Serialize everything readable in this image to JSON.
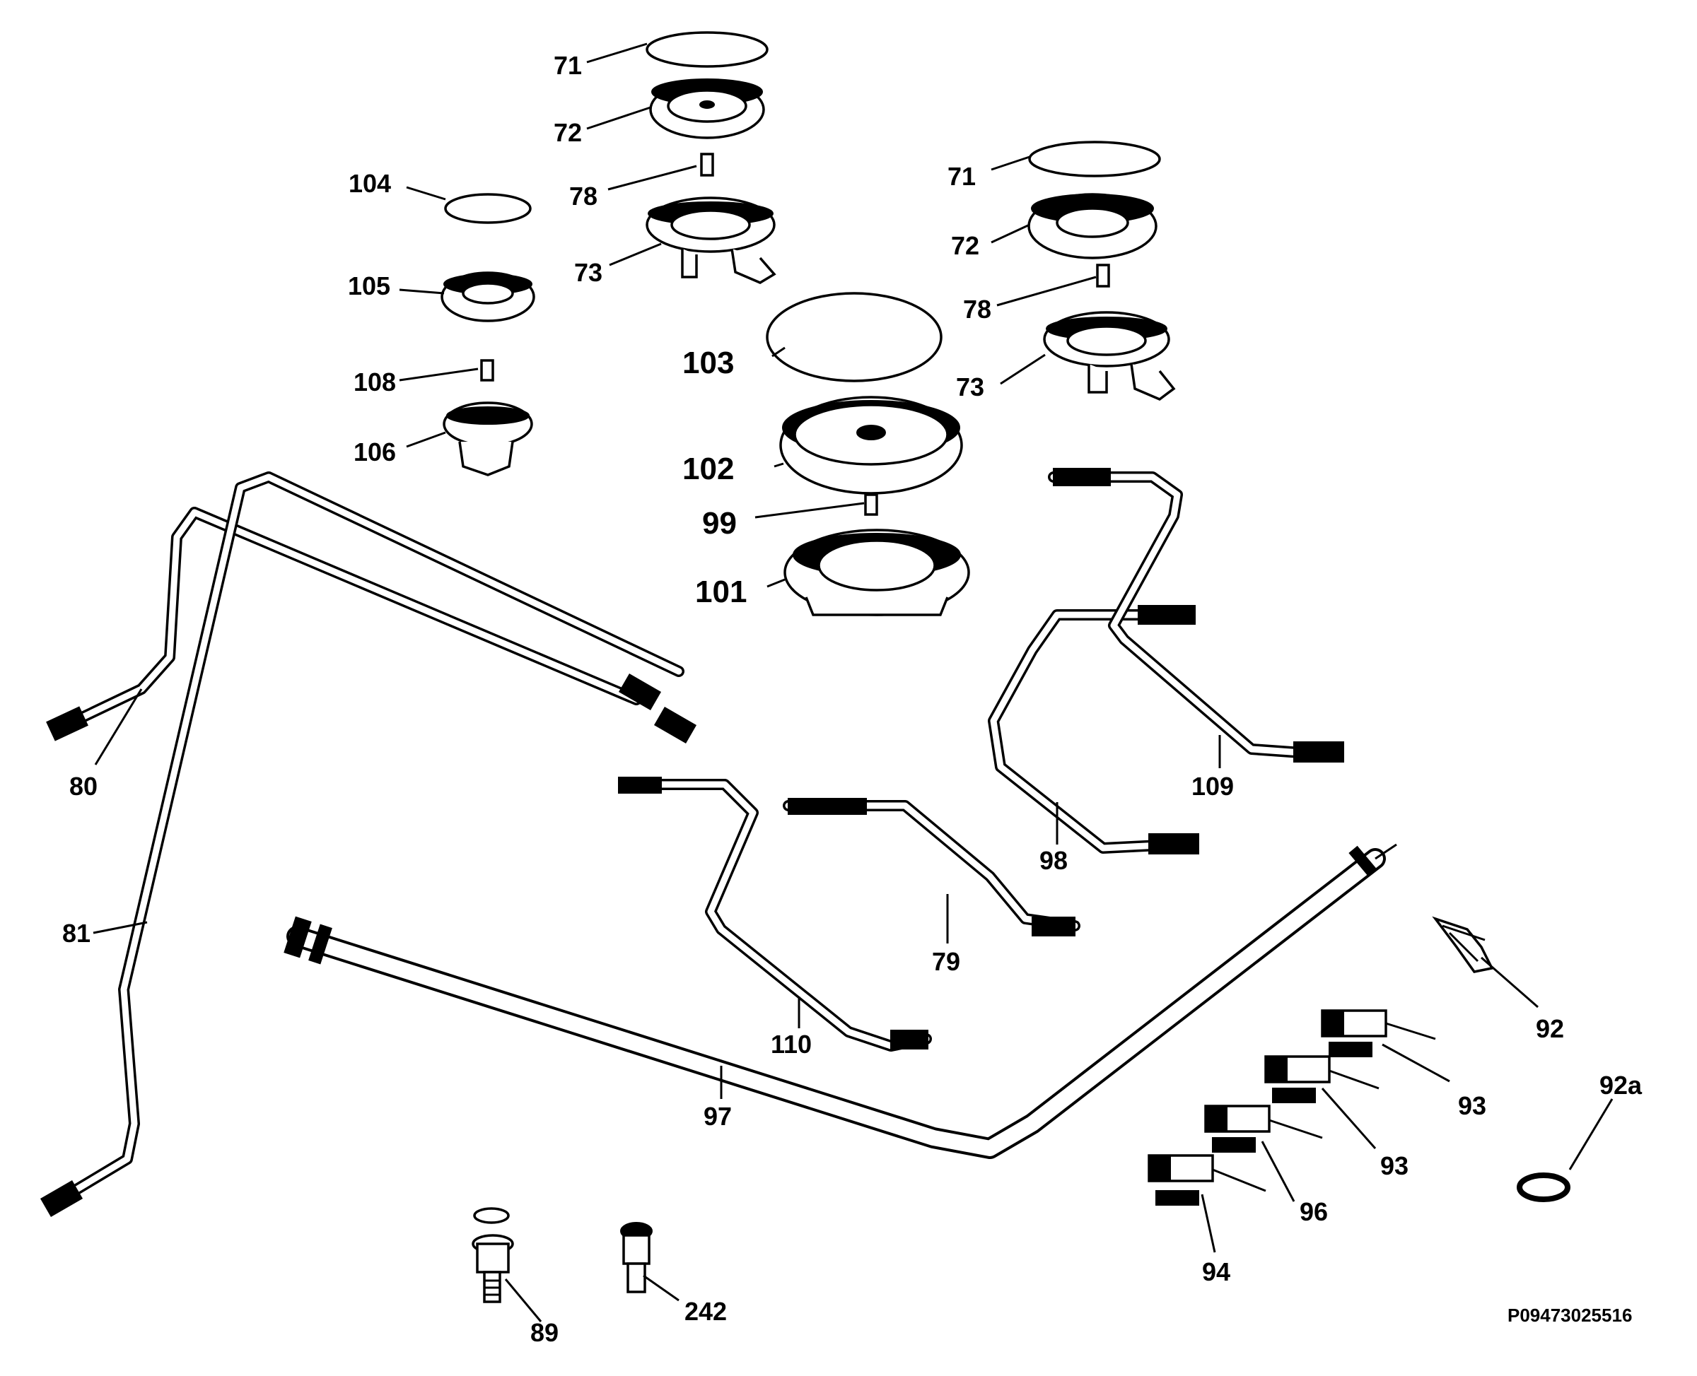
{
  "labels": {
    "l71a": "71",
    "l72a": "72",
    "l78a": "78",
    "l73a": "73",
    "l104": "104",
    "l105": "105",
    "l108": "108",
    "l106": "106",
    "l71b": "71",
    "l72b": "72",
    "l78b": "78",
    "l73b": "73",
    "l103": "103",
    "l102": "102",
    "l99": "99",
    "l101": "101",
    "l80": "80",
    "l81": "81",
    "l109": "109",
    "l98": "98",
    "l79": "79",
    "l110": "110",
    "l97": "97",
    "l92": "92",
    "l92a": "92a",
    "l93a": "93",
    "l93b": "93",
    "l96": "96",
    "l94": "94",
    "l89": "89",
    "l242": "242"
  },
  "drawing_code": "P09473025516"
}
